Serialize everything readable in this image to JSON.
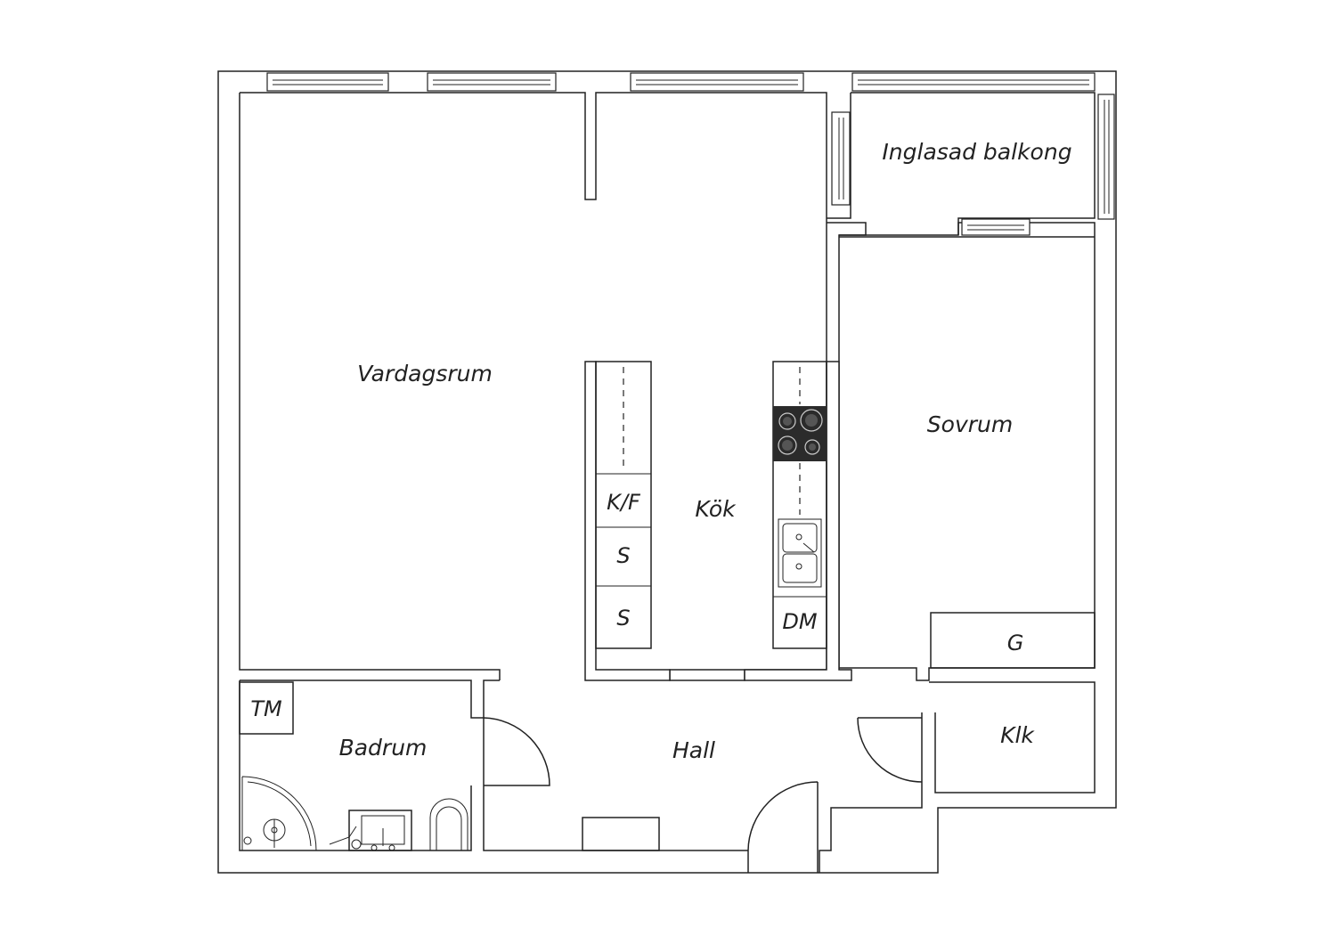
{
  "rooms": {
    "vardagsrum": "Vardagsrum",
    "kok": "Kök",
    "sovrum": "Sovrum",
    "balkong": "Inglasad balkong",
    "badrum": "Badrum",
    "hall": "Hall",
    "klk": "Klk"
  },
  "fixtures": {
    "kf": "K/F",
    "s1": "S",
    "s2": "S",
    "dm": "DM",
    "g": "G",
    "tm": "TM"
  },
  "colors": {
    "line": "#222222",
    "stovetop": "#2b2b2b",
    "background": "#ffffff"
  }
}
